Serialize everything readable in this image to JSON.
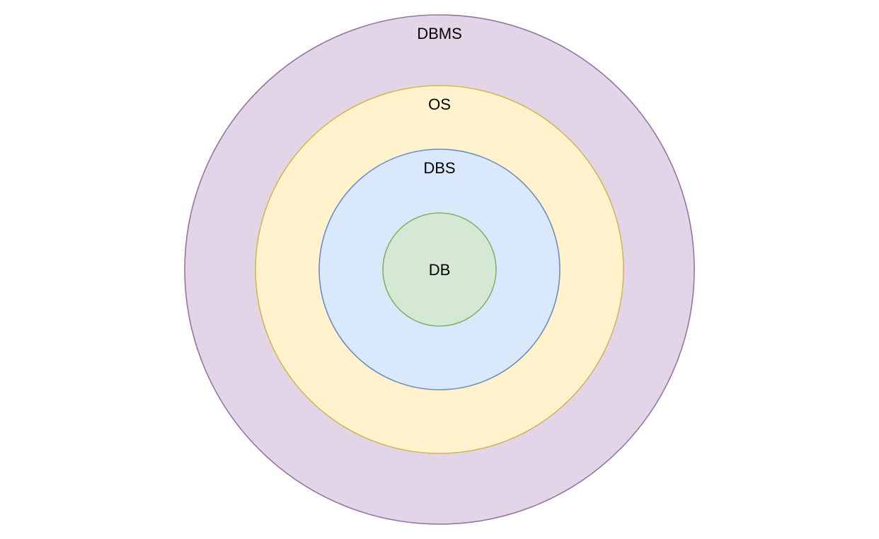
{
  "diagram": {
    "rings": [
      {
        "id": "dbms",
        "label": "DBMS",
        "fill": "#e1d5e7",
        "stroke": "#9673a6"
      },
      {
        "id": "os",
        "label": "OS",
        "fill": "#fff2cc",
        "stroke": "#d6b656"
      },
      {
        "id": "dbs",
        "label": "DBS",
        "fill": "#dae8fc",
        "stroke": "#6c8ebf"
      },
      {
        "id": "db",
        "label": "DB",
        "fill": "#d5e8d4",
        "stroke": "#82b366"
      }
    ]
  }
}
